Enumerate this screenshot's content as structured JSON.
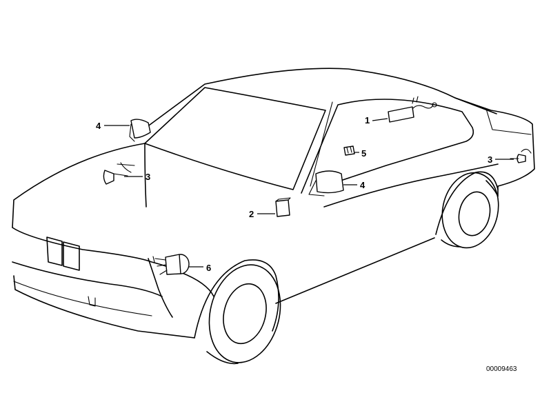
{
  "diagram": {
    "callouts": [
      {
        "id": "c1",
        "label": "1"
      },
      {
        "id": "c2",
        "label": "2"
      },
      {
        "id": "c3a",
        "label": "3"
      },
      {
        "id": "c3b",
        "label": "3"
      },
      {
        "id": "c4a",
        "label": "4"
      },
      {
        "id": "c4b",
        "label": "4"
      },
      {
        "id": "c5",
        "label": "5"
      },
      {
        "id": "c6",
        "label": "6"
      }
    ],
    "drawing_code": "00009463"
  }
}
